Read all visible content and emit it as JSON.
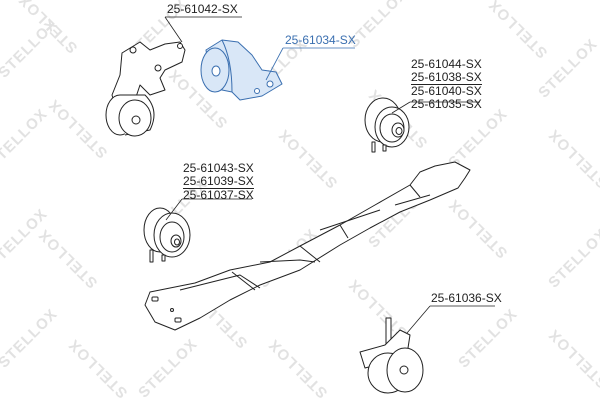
{
  "diagram": {
    "subject": "Engine / transmission mounts with crossmember",
    "watermark_text": "STELLOX",
    "colors": {
      "line": "#222222",
      "highlight": "#3a6fb0",
      "highlight_fill": "#d9e7f7",
      "watermark": "#e2e2e2"
    },
    "parts": [
      {
        "id": "front-right-mount",
        "labels": [
          "25-61042-SX"
        ],
        "highlighted": false
      },
      {
        "id": "upper-mount",
        "labels": [
          "25-61034-SX"
        ],
        "highlighted": true
      },
      {
        "id": "right-side-mount",
        "labels": [
          "25-61044-SX",
          "25-61038-SX",
          "25-61040-SX",
          "25-61035-SX"
        ],
        "highlighted": false
      },
      {
        "id": "left-side-mount",
        "labels": [
          "25-61043-SX",
          "25-61039-SX",
          "25-61037-SX"
        ],
        "highlighted": false
      },
      {
        "id": "rear-mount",
        "labels": [
          "25-61036-SX"
        ],
        "highlighted": false
      },
      {
        "id": "crossmember",
        "labels": [],
        "highlighted": false
      }
    ]
  }
}
